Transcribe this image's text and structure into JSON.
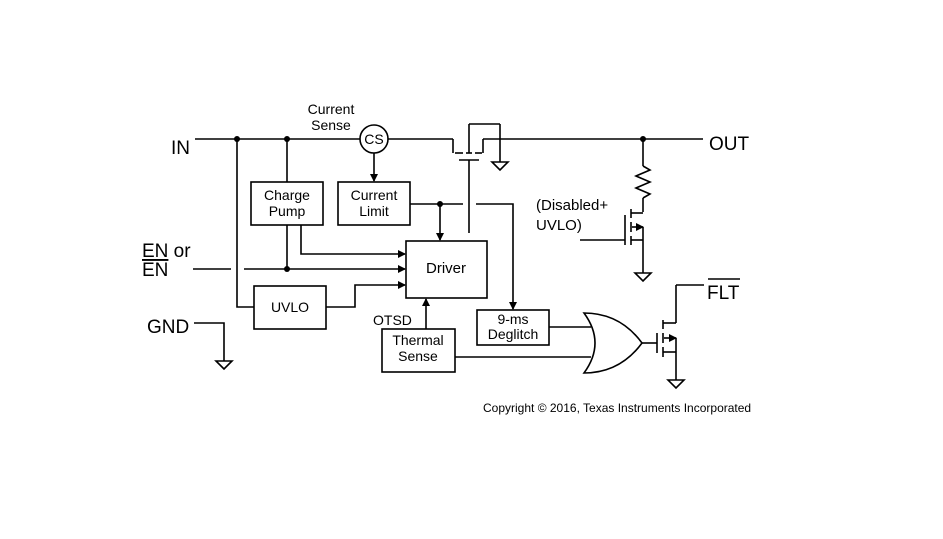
{
  "pins": {
    "in": "IN",
    "out": "OUT",
    "en": "EN or",
    "en_bar": "EN",
    "gnd": "GND",
    "flt": "FLT"
  },
  "labels": {
    "current_sense_line1": "Current",
    "current_sense_line2": "Sense",
    "cs": "CS",
    "otsd": "OTSD",
    "disabled_line1": "(Disabled+",
    "disabled_line2": "UVLO)"
  },
  "blocks": {
    "charge_pump_line1": "Charge",
    "charge_pump_line2": "Pump",
    "current_limit_line1": "Current",
    "current_limit_line2": "Limit",
    "driver": "Driver",
    "uvlo": "UVLO",
    "deglitch_line1": "9-ms",
    "deglitch_line2": "Deglitch",
    "thermal_line1": "Thermal",
    "thermal_line2": "Sense"
  },
  "copyright": "Copyright © 2016, Texas Instruments Incorporated"
}
